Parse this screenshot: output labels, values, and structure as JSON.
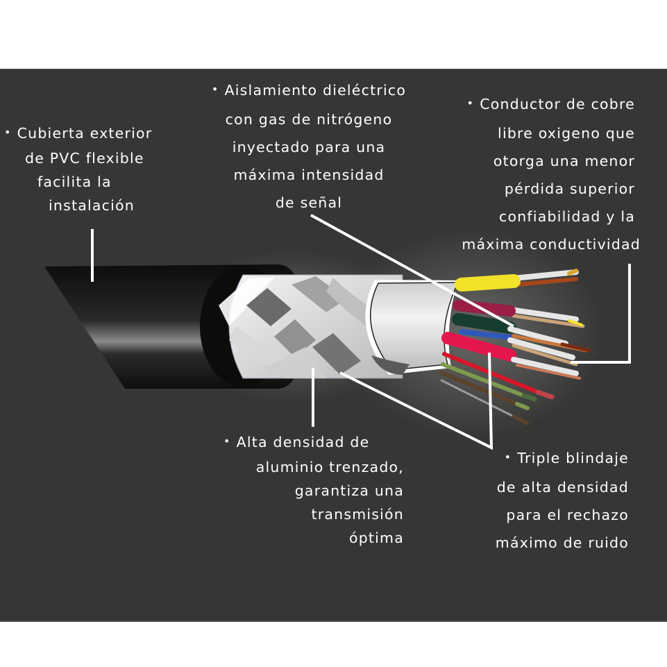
{
  "diagram": {
    "subject": "cable cross-section",
    "colors": {
      "background": "#363634",
      "page": "#ffffff",
      "text": "#ffffff",
      "jacket": "#141312",
      "braid_light": "#e6e6e6",
      "braid_dark": "#5e5e5e",
      "foil": "#d8d8d8",
      "wire_yellow": "#f2e22a",
      "wire_maroon": "#9a1e45",
      "wire_green_dark": "#173d30",
      "wire_blue": "#2f59b8",
      "wire_red_pink": "#e4174c",
      "wire_red": "#d8162a",
      "wire_green_light": "#7d9a4e",
      "wire_brown": "#5b432c",
      "wire_gray": "#9a9a9a",
      "copper": "#b7561f"
    }
  },
  "callouts": [
    {
      "id": "outer-jacket",
      "bullet": "•",
      "lines": [
        "Cubierta exterior",
        "de PVC flexible",
        "facilita la",
        "instalación"
      ]
    },
    {
      "id": "dielectric",
      "bullet": "•",
      "lines": [
        "Aislamiento dieléctrico",
        "con gas de nitrógeno",
        "inyectado para una",
        "máxima intensidad",
        "de señal"
      ]
    },
    {
      "id": "copper-conductor",
      "bullet": "•",
      "lines": [
        "Conductor de cobre",
        "libre oxigeno que",
        "otorga una menor",
        "pérdida superior",
        "confiabilidad y la",
        "máxima conductividad"
      ]
    },
    {
      "id": "aluminum-braid",
      "bullet": "•",
      "lines": [
        "Alta densidad de",
        "aluminio trenzado,",
        "garantiza una",
        "transmisión",
        "óptima"
      ]
    },
    {
      "id": "triple-shield",
      "bullet": "•",
      "lines": [
        "Triple blindaje",
        "de alta densidad",
        "para el rechazo",
        "máximo de ruido"
      ]
    }
  ]
}
